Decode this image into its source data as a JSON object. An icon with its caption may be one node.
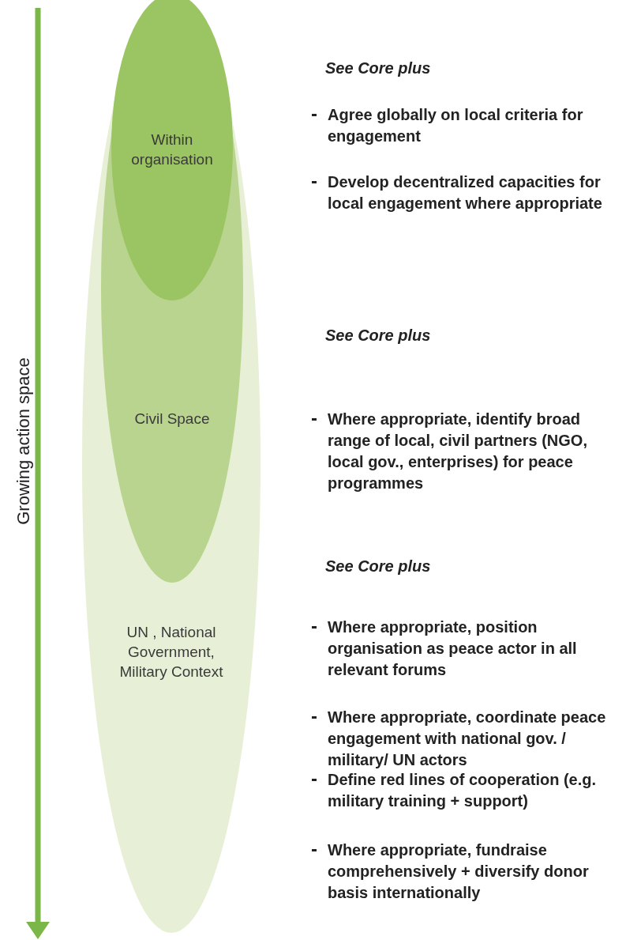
{
  "diagram": {
    "nodes": [
      {
        "text": [
          "UN , National Government, Military Context"
        ]
      },
      {
        "text": [
          "Civil Space"
        ],
        "in": 0
      },
      {
        "text": [
          "Within organisation"
        ],
        "in": 1
      }
    ],
    "edges": [],
    "labels": [
      "See Core plus",
      "Agree globally on local criteria for engagement",
      "Develop decentralized capacities for local engagement where appropriate",
      "See Core plus",
      "Where appropriate, identify broad range of local, civil partners (NGO, local gov., enterprises) for peace programmes",
      "See Core plus",
      "Where appropriate, position organisation as peace actor in all relevant forums",
      "Where appropriate, coordinate peace engagement with national gov. / military/ UN actors",
      "Define red lines of cooperation (e.g. military training + support)",
      "Where appropriate, fundraise comprehensively + diversify donor basis internationally",
      "Growing action space"
    ]
  }
}
